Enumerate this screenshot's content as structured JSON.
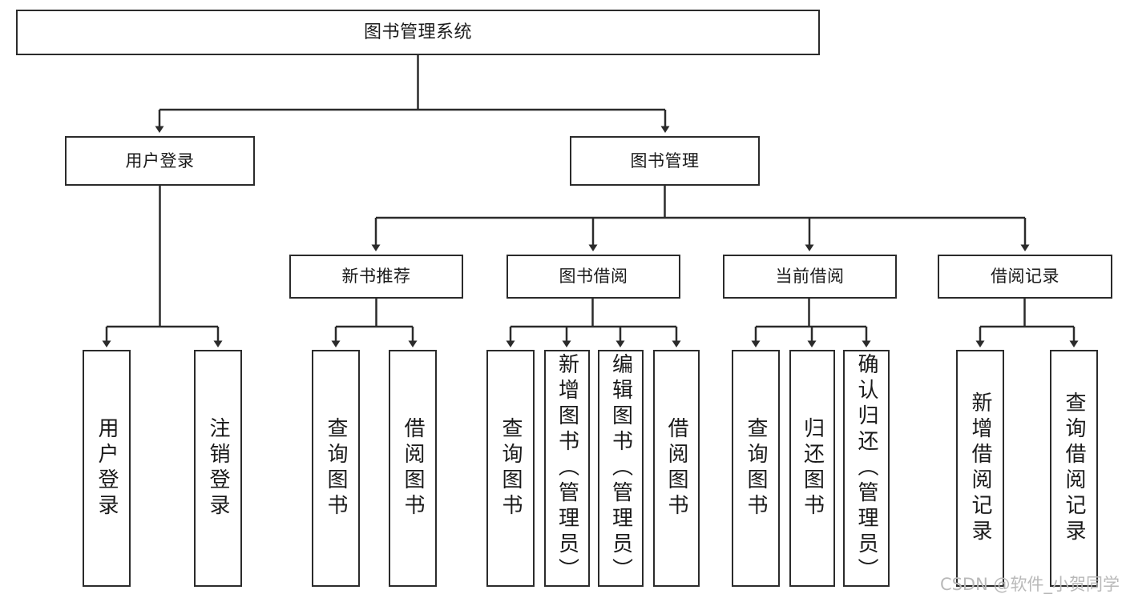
{
  "diagram": {
    "type": "tree-hierarchy",
    "title": "图书管理系统",
    "root": {
      "label": "图书管理系统"
    },
    "level1": [
      {
        "label": "用户登录"
      },
      {
        "label": "图书管理"
      }
    ],
    "level2": [
      {
        "label": "新书推荐"
      },
      {
        "label": "图书借阅"
      },
      {
        "label": "当前借阅"
      },
      {
        "label": "借阅记录"
      }
    ],
    "leaves": {
      "user_login": [
        {
          "label": "用户登录"
        },
        {
          "label": "注销登录"
        }
      ],
      "new_book_recommend": [
        {
          "label": "查询图书"
        },
        {
          "label": "借阅图书"
        }
      ],
      "book_borrow": [
        {
          "label": "查询图书"
        },
        {
          "label": "新增图书（管理员）"
        },
        {
          "label": "编辑图书（管理员）"
        },
        {
          "label": "借阅图书"
        }
      ],
      "current_borrow": [
        {
          "label": "查询图书"
        },
        {
          "label": "归还图书"
        },
        {
          "label": "确认归还（管理员）"
        }
      ],
      "borrow_record": [
        {
          "label": "新增借阅记录"
        },
        {
          "label": "查询借阅记录"
        }
      ]
    }
  },
  "watermark": {
    "text": "CSDN @软件_小贺同学"
  },
  "colors": {
    "border": "#2b2b2b",
    "text": "#1a1a1a",
    "background": "#ffffff",
    "watermark": "#b9b9b9"
  }
}
